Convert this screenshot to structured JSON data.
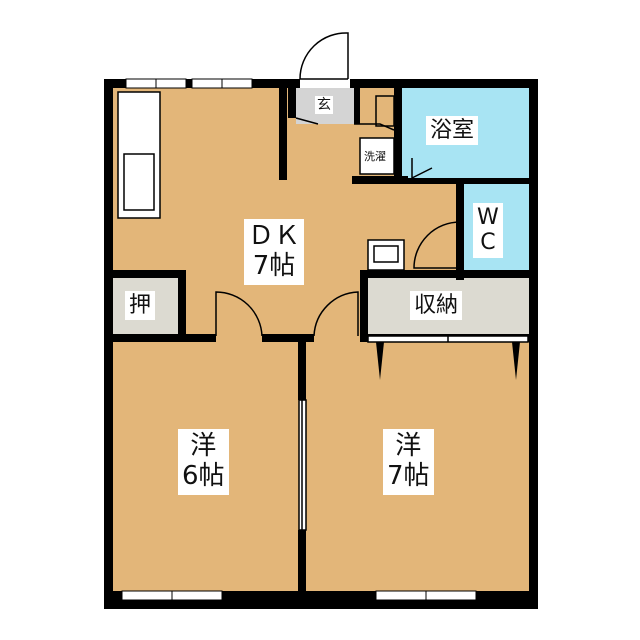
{
  "rooms": {
    "dk": {
      "line1": "ＤＫ",
      "line2": "7帖"
    },
    "west_room_a": {
      "line1": "洋",
      "line2": "6帖"
    },
    "west_room_b": {
      "line1": "洋",
      "line2": "7帖"
    },
    "bath": {
      "label": "浴室"
    },
    "wc": {
      "line1": "W",
      "line2": "C"
    },
    "storage": {
      "label": "収納"
    },
    "closet": {
      "label": "押"
    },
    "entrance": {
      "label": "玄"
    },
    "laundry": {
      "label": "洗濯"
    }
  },
  "colors": {
    "room_fill": "#E3B679",
    "wet_fill": "#A8E4F3",
    "storage_fill": "#DCDAD1",
    "entrance_fill": "#D4D4D4",
    "wall": "#000000"
  }
}
